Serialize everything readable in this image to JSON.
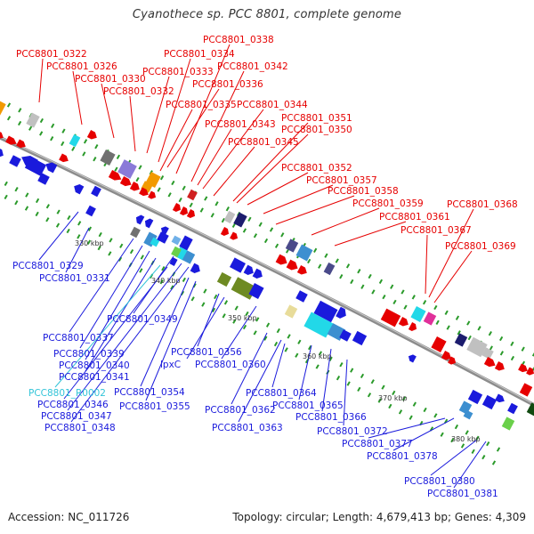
{
  "title": "Cyanothece sp. PCC 8801, complete genome",
  "footer": {
    "accession": "Accession: NC_011726",
    "summary": "Topology: circular; Length: 4,679,413 bp; Genes: 4,309"
  },
  "colors": {
    "strand_top": "#e60000",
    "strand_bottom": "#1a1adc",
    "rna_label": "#33c4d8",
    "backbone": "#8c8c8c",
    "tick": "#2a9a2a"
  },
  "ticks": [
    {
      "label": "330 kbp"
    },
    {
      "label": "340 kbp"
    },
    {
      "label": "350 kbp"
    },
    {
      "label": "360 kbp"
    },
    {
      "label": "370 kbp"
    },
    {
      "label": "380 kbp"
    }
  ],
  "top_labels": [
    "PCC8801_0322",
    "PCC8801_0326",
    "PCC8801_0330",
    "PCC8801_0332",
    "PCC8801_0333",
    "PCC8801_0334",
    "PCC8801_0338",
    "PCC8801_0336",
    "PCC8801_0335",
    "PCC8801_0342",
    "PCC8801_0343",
    "PCC8801_0344",
    "PCC8801_0345",
    "PCC8801_0350",
    "PCC8801_0351",
    "PCC8801_0352",
    "PCC8801_0357",
    "PCC8801_0358",
    "PCC8801_0359",
    "PCC8801_0361",
    "PCC8801_0367",
    "PCC8801_0368",
    "PCC8801_0369"
  ],
  "bottom_labels": [
    "PCC8801_0329",
    "PCC8801_0331",
    "PCC8801_0349",
    "PCC8801_0337",
    "PCC8801_0339",
    "PCC8801_0340",
    "PCC8801_0341",
    "PCC8801_R0002",
    "PCC8801_0346",
    "PCC8801_0347",
    "PCC8801_0348",
    "PCC8801_0354",
    "PCC8801_0355",
    "PCC8801_0356",
    "lpxC",
    "PCC8801_0360",
    "PCC8801_0362",
    "PCC8801_0363",
    "PCC8801_0364",
    "PCC8801_0365",
    "PCC8801_0366",
    "PCC8801_0372",
    "PCC8801_0377",
    "PCC8801_0378",
    "PCC8801_0380",
    "PCC8801_0381"
  ]
}
